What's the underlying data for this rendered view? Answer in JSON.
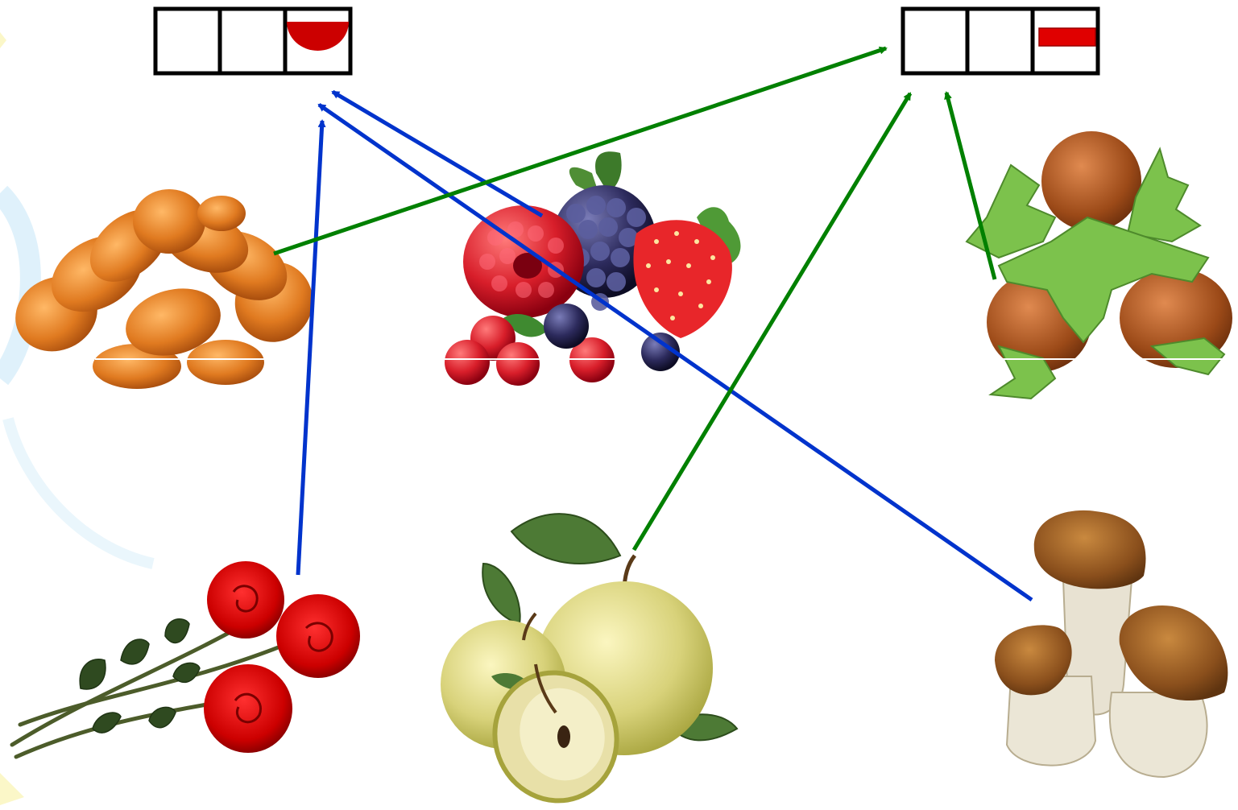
{
  "colors": {
    "background": "#ffffff",
    "scheme_border": "#000000",
    "marker_red": "#e00000",
    "marker_dark_red": "#cc0000",
    "arrow_blue": "#0033cc",
    "arrow_green": "#008000",
    "decor_light_blue": "#dff1fb"
  },
  "schemes": [
    {
      "id": "scheme-left",
      "cells": 3,
      "marker": "semicircle",
      "marker_cell": 3
    },
    {
      "id": "scheme-right",
      "cells": 3,
      "marker": "rectangle",
      "marker_cell": 3
    }
  ],
  "pictures": [
    {
      "id": "pies",
      "icon": "pies-icon"
    },
    {
      "id": "berries",
      "icon": "berries-icon"
    },
    {
      "id": "hazelnuts",
      "icon": "hazelnuts-icon"
    },
    {
      "id": "roses",
      "icon": "roses-icon"
    },
    {
      "id": "apples",
      "icon": "apples-icon"
    },
    {
      "id": "mushrooms",
      "icon": "mushrooms-icon"
    }
  ],
  "connections": [
    {
      "from": "berries",
      "to": "scheme-left",
      "color": "blue"
    },
    {
      "from": "roses",
      "to": "scheme-left",
      "color": "blue"
    },
    {
      "from": "mushrooms",
      "to": "scheme-left",
      "color": "blue"
    },
    {
      "from": "pies",
      "to": "scheme-right",
      "color": "green"
    },
    {
      "from": "apples",
      "to": "scheme-right",
      "color": "green"
    },
    {
      "from": "hazelnuts",
      "to": "scheme-right",
      "color": "green"
    }
  ]
}
